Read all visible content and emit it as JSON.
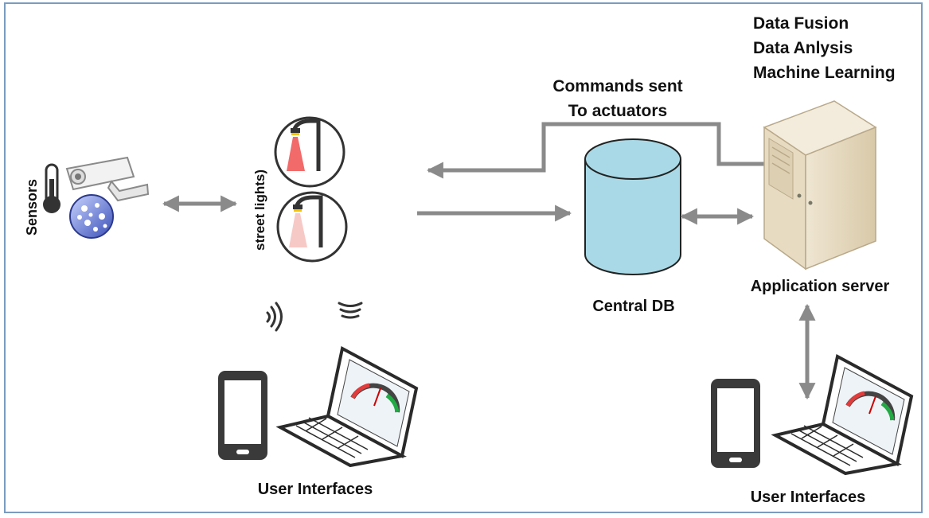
{
  "labels": {
    "sensors": "Sensors",
    "street_lights": "street lights)",
    "commands": [
      "Commands sent",
      "To actuators"
    ],
    "central_db": "Central DB",
    "app_server": "Application server",
    "server_tasks": [
      "Data Fusion",
      "Data Anlysis",
      "Machine Learning"
    ],
    "user_interfaces_left": "User Interfaces",
    "user_interfaces_right": "User Interfaces"
  },
  "icons": [
    "thermometer-icon",
    "security-camera-icon",
    "snowflake-globe-icon",
    "street-light-red-icon",
    "street-light-pink-icon",
    "wifi-icon",
    "database-cylinder-icon",
    "server-tower-icon",
    "smartphone-icon",
    "laptop-gauge-icon"
  ],
  "colors": {
    "arrow": "#8a8a8a",
    "db_fill": "#a9d9e6",
    "server_fill": "#e8dcc4",
    "light_red": "#f26a6a",
    "light_pink": "#f7c9c6",
    "frame": "#7a9cc0"
  }
}
